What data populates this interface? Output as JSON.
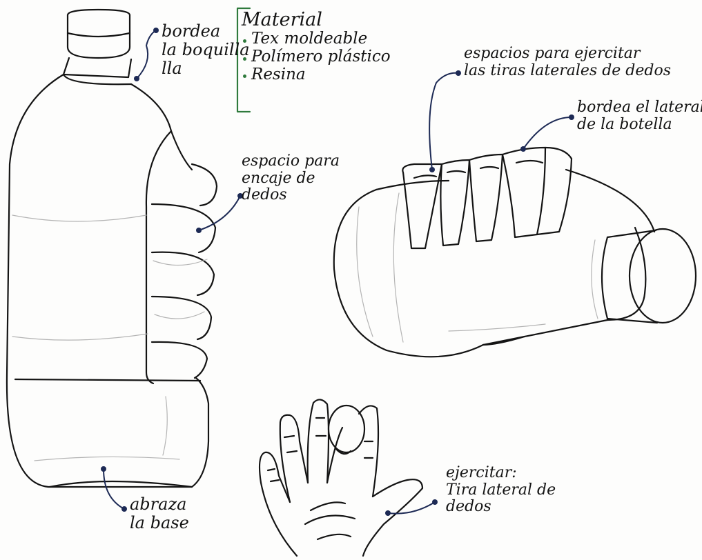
{
  "colors": {
    "ink": "#141414",
    "pencil": "#b4b4b4",
    "leader": "#1d2a55",
    "bracket": "#2f7a3c"
  },
  "labels": {
    "boquilla": [
      "bordea",
      "la boquilla",
      "lla"
    ],
    "material": {
      "title": "Material",
      "items": [
        "Tex moldeable",
        "Polímero plástico",
        "Resina"
      ]
    },
    "encaje": [
      "espacio para",
      "encaje de",
      "dedos"
    ],
    "base": [
      "abraza",
      "la base"
    ],
    "espacios": [
      "espacios para ejercitar",
      "las tiras laterales de dedos"
    ],
    "lateral": [
      "bordea el lateral",
      "de la botella"
    ],
    "ejercitar": [
      "ejercitar:",
      "Tira lateral de",
      "dedos"
    ]
  }
}
